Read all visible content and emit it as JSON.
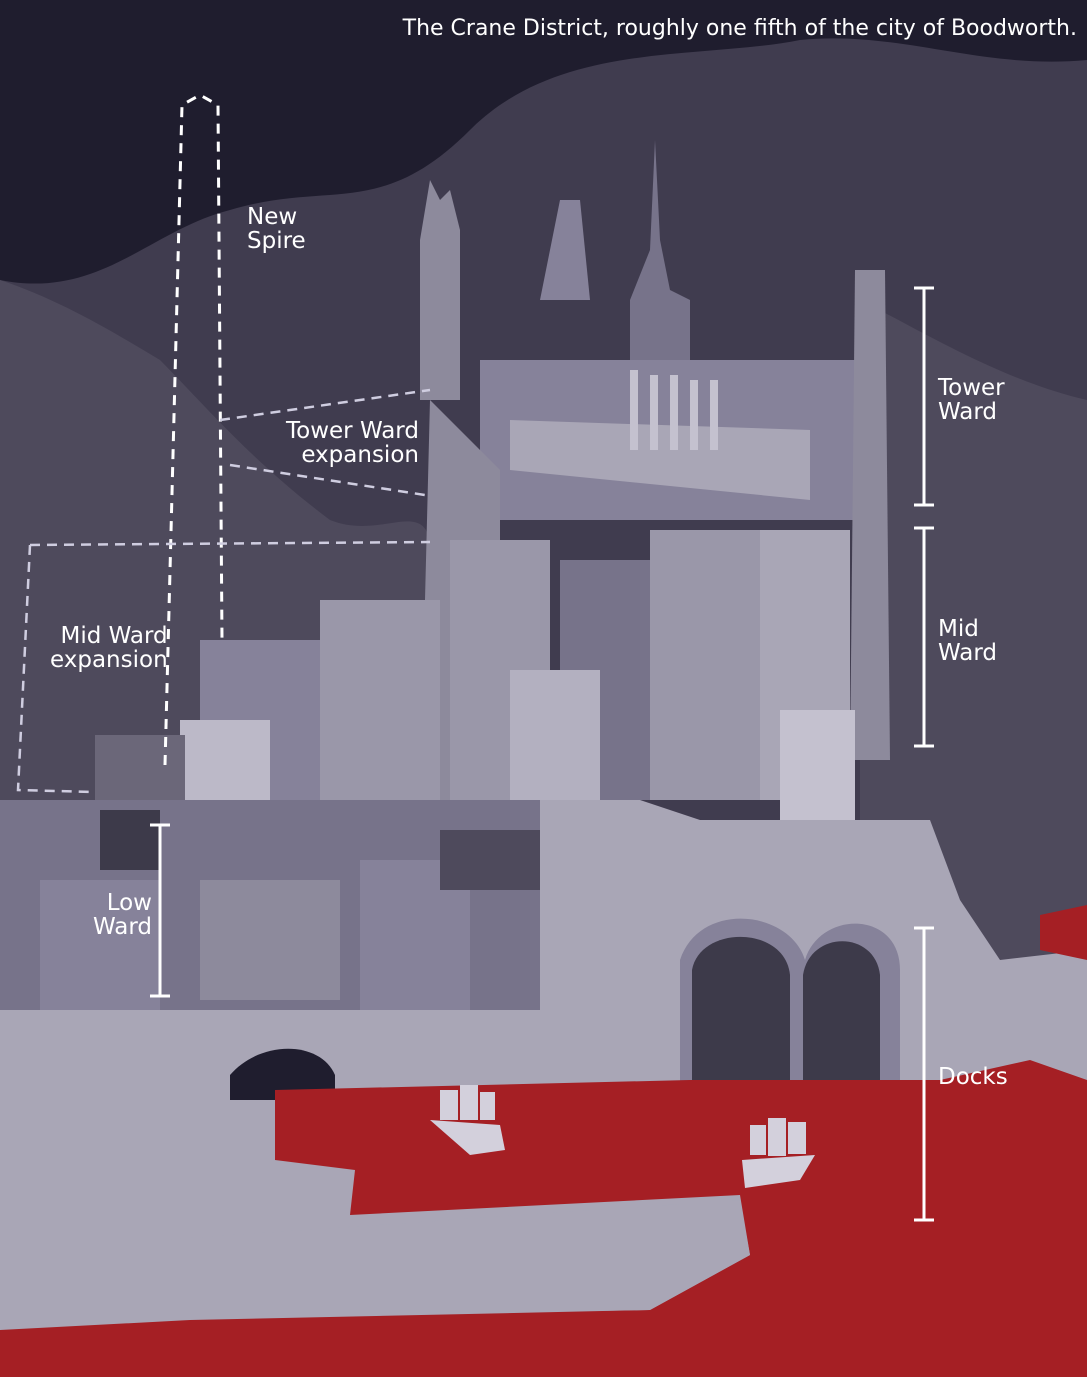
{
  "title": "The Crane District, roughly one fifth of the city of Boodworth.",
  "labels": {
    "new_spire": "New\nSpire",
    "tower_ward_expansion": "Tower Ward\nexpansion",
    "mid_ward_expansion": "Mid Ward\nexpansion",
    "low_ward": "Low\nWard",
    "tower_ward": "Tower\nWard",
    "mid_ward": "Mid\nWard",
    "docks": "Docks"
  },
  "colors": {
    "sky": "#1f1d2e",
    "far_hills": "#403c4f",
    "near_hills": "#4e4a5c",
    "building_light": "#a9a6b6",
    "building_mid": "#86829a",
    "building_dark": "#6b6779",
    "water": "#a51f24",
    "annotation": "#ffffff"
  }
}
